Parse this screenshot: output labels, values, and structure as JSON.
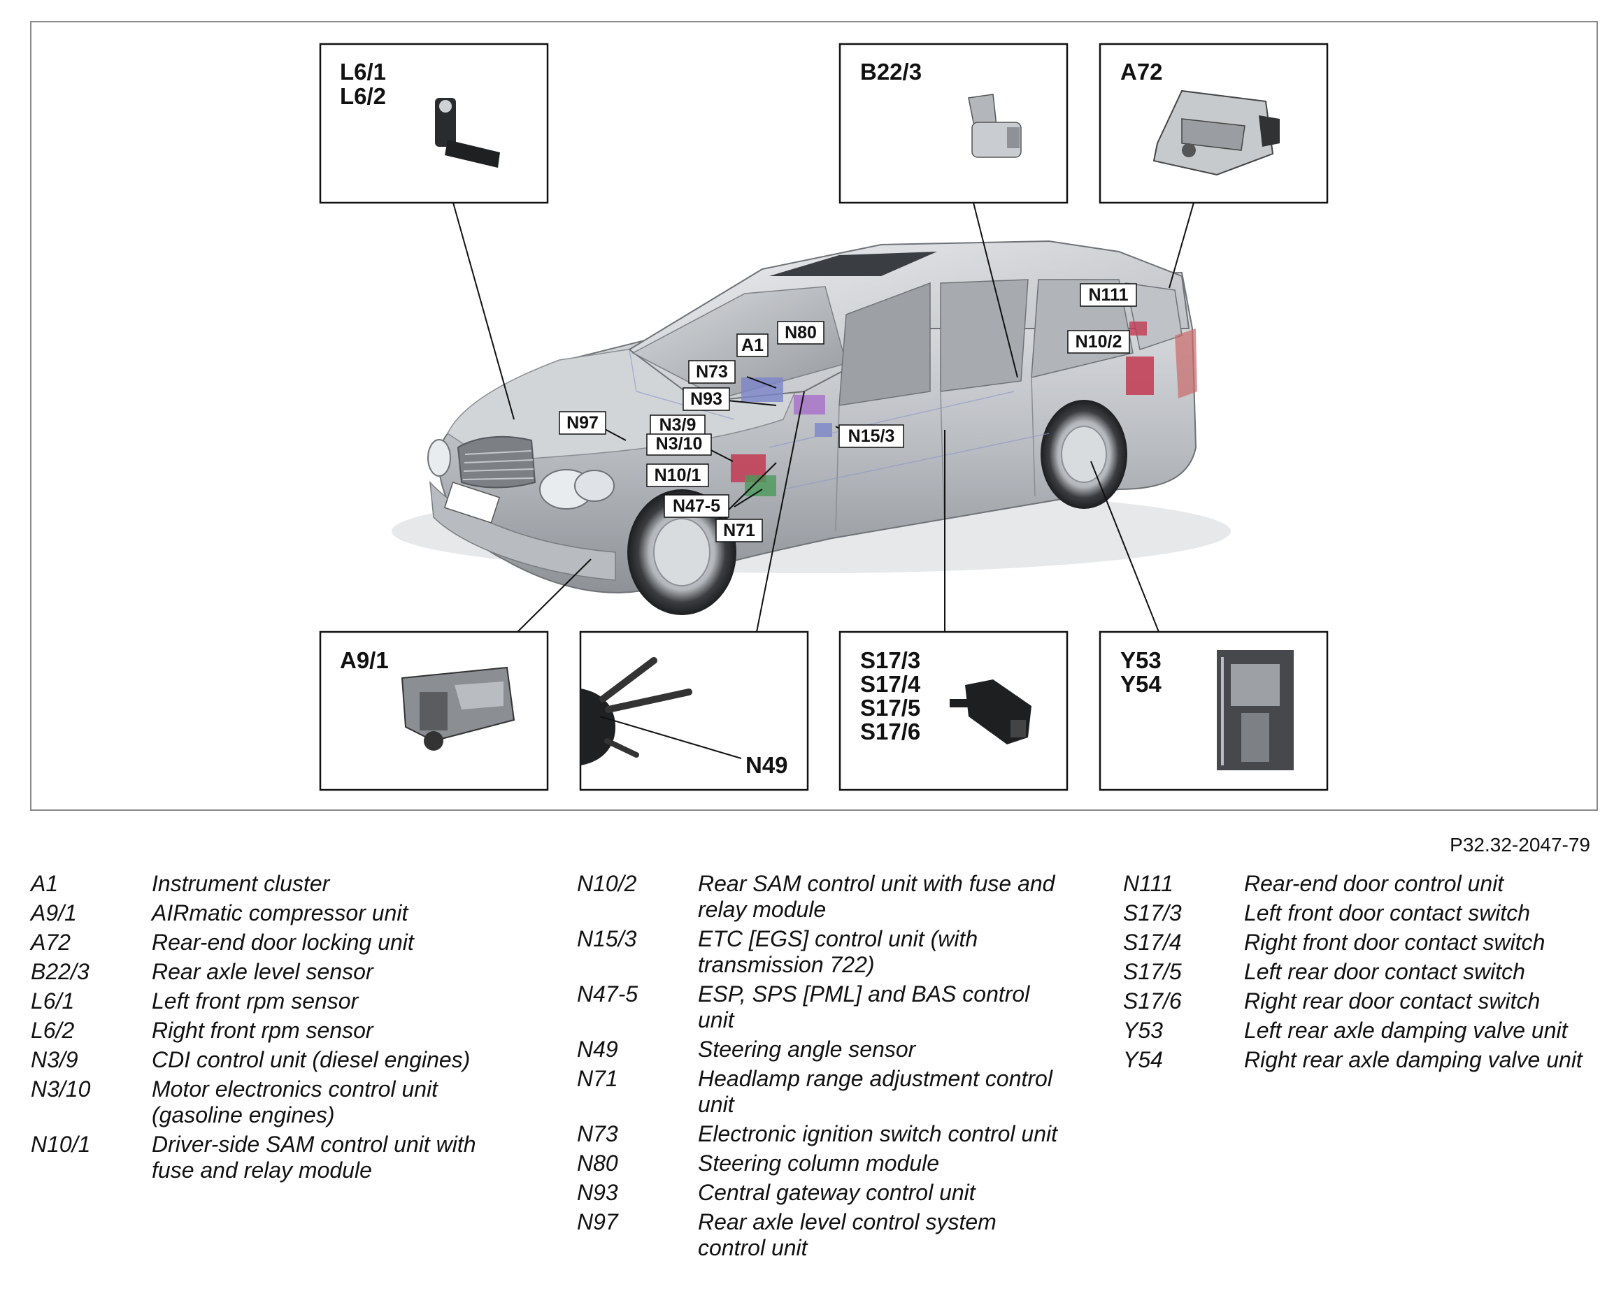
{
  "figure_ref": "P32.32-2047-79",
  "insets": [
    {
      "id": "L6",
      "lines": [
        "L6/1",
        "L6/2"
      ],
      "part_icon": "rpm-sensor-icon"
    },
    {
      "id": "B22_3",
      "lines": [
        "B22/3"
      ],
      "part_icon": "level-sensor-icon"
    },
    {
      "id": "A72",
      "lines": [
        "A72"
      ],
      "part_icon": "door-lock-unit-icon"
    },
    {
      "id": "A9_1",
      "lines": [
        "A9/1"
      ],
      "part_icon": "compressor-unit-icon"
    },
    {
      "id": "N49",
      "lines": [
        "N49"
      ],
      "part_icon": "steering-column-switch-icon"
    },
    {
      "id": "S17",
      "lines": [
        "S17/3",
        "S17/4",
        "S17/5",
        "S17/6"
      ],
      "part_icon": "door-contact-switch-icon"
    },
    {
      "id": "Y53",
      "lines": [
        "Y53",
        "Y54"
      ],
      "part_icon": "damping-valve-icon"
    }
  ],
  "car_tags": [
    "N111",
    "N10/2",
    "A1",
    "N80",
    "N73",
    "N93",
    "N97",
    "N3/9",
    "N3/10",
    "N15/3",
    "N10/1",
    "N47-5",
    "N71"
  ],
  "legend": {
    "col1": [
      {
        "code": "A1",
        "text": "Instrument cluster"
      },
      {
        "code": "A9/1",
        "text": "AIRmatic compressor unit"
      },
      {
        "code": "A72",
        "text": "Rear-end door locking unit"
      },
      {
        "code": "B22/3",
        "text": "Rear axle level sensor"
      },
      {
        "code": "L6/1",
        "text": "Left front rpm sensor"
      },
      {
        "code": "L6/2",
        "text": "Right front rpm sensor"
      },
      {
        "code": "N3/9",
        "text": "CDI control unit (diesel engines)"
      },
      {
        "code": "N3/10",
        "text": "Motor electronics control unit (gasoline engines)"
      },
      {
        "code": "N10/1",
        "text": "Driver-side SAM control unit with fuse and relay module"
      }
    ],
    "col2": [
      {
        "code": "N10/2",
        "text": "Rear SAM control unit with fuse and relay module"
      },
      {
        "code": "N15/3",
        "text": "ETC [EGS] control unit (with transmission 722)"
      },
      {
        "code": "N47-5",
        "text": "ESP, SPS [PML] and BAS control unit"
      },
      {
        "code": "N49",
        "text": "Steering angle sensor"
      },
      {
        "code": "N71",
        "text": "Headlamp range adjustment control unit"
      },
      {
        "code": "N73",
        "text": "Electronic ignition switch control unit"
      },
      {
        "code": "N80",
        "text": "Steering column module"
      },
      {
        "code": "N93",
        "text": "Central gateway control unit"
      },
      {
        "code": "N97",
        "text": "Rear axle level control system control unit"
      }
    ],
    "col3": [
      {
        "code": "N111",
        "text": "Rear-end door control unit"
      },
      {
        "code": "S17/3",
        "text": "Left front door contact switch"
      },
      {
        "code": "S17/4",
        "text": "Right front door contact switch"
      },
      {
        "code": "S17/5",
        "text": "Left rear door contact switch"
      },
      {
        "code": "S17/6",
        "text": "Right rear door contact switch"
      },
      {
        "code": "Y53",
        "text": "Left rear axle damping valve unit"
      },
      {
        "code": "Y54",
        "text": "Right rear axle damping valve unit"
      }
    ]
  },
  "colors": {
    "frame": "#888888",
    "car_body": "#c4c7cb",
    "module_red": "#c23a52",
    "module_blue": "#7a84c8"
  }
}
